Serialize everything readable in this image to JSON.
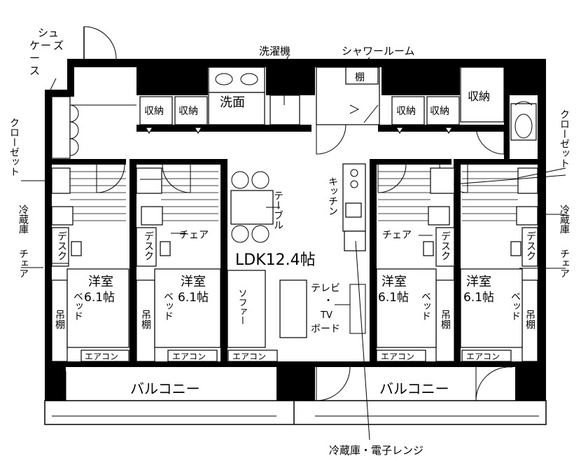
{
  "labels": {
    "shoes_case": [
      "シュ",
      "ー",
      "ズ",
      "ケ",
      "ー",
      "ス"
    ],
    "washing_machine": "洗濯機",
    "shower_room": "シャワールーム",
    "shelf": "棚",
    "storage": "収納",
    "storage_large": "収納",
    "washbasin": "洗面",
    "closet": "クローゼット",
    "fridge": "冷蔵庫",
    "desk": "デスク",
    "chair": "チェア",
    "table": "テーブル",
    "kitchen": "キッチン",
    "ldk": "LDK12.4帖",
    "room_name": "洋室",
    "room_size": "6.1帖",
    "bed": "ベッド",
    "hanging_shelf": "吊棚",
    "sofa": "ソファー",
    "tv_board": [
      "テレビ",
      "・",
      "TV",
      "ボード"
    ],
    "aircon": "エアコン",
    "balcony": "バルコニー",
    "fridge_microwave": "冷蔵庫・電子レンジ"
  }
}
